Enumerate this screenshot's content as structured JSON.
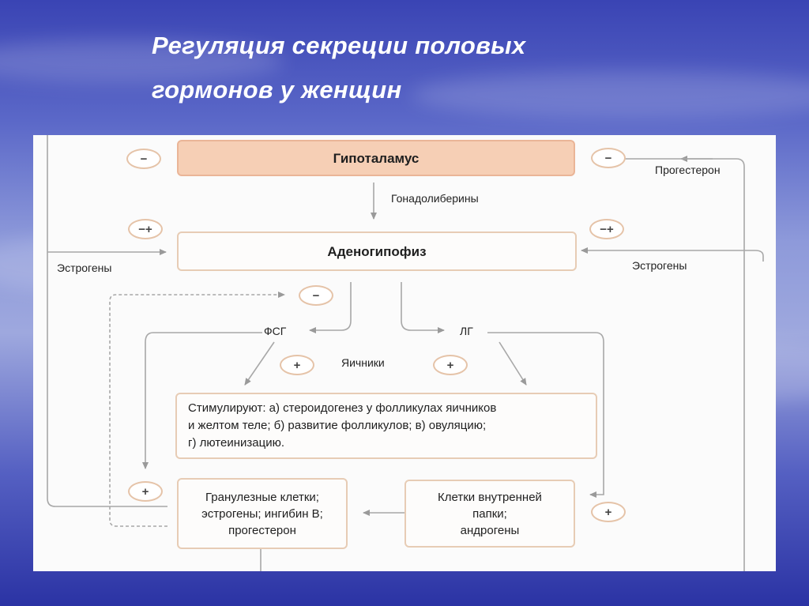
{
  "slide": {
    "title_line1": "Регуляция секреции половых",
    "title_line2": "гормонов у женщин"
  },
  "diagram": {
    "hypothalamus": "Гипоталамус",
    "adenohypophysis": "Аденогипофиз",
    "gonadoliberins": "Гонадолиберины",
    "progesterone": "Прогестерон",
    "estrogens_left": "Эстрогены",
    "estrogens_right": "Эстрогены",
    "fsh": "ФСГ",
    "lh": "ЛГ",
    "ovaries": "Яичники",
    "stimulate_line1": "Стимулируют: а) стероидогенез у фолликулах яичников",
    "stimulate_line2": "и желтом теле; б) развитие фолликулов; в) овуляцию;",
    "stimulate_line3": "г) лютеинизацию.",
    "granulosa_line1": "Гранулезные клетки;",
    "granulosa_line2": "эстрогены; ингибин В;",
    "granulosa_line3": "прогестерон",
    "theca_line1": "Клетки внутренней",
    "theca_line2": "папки;",
    "theca_line3": "андрогены",
    "signs": {
      "hyp_left": "−",
      "hyp_right": "−",
      "aden_left": "−+",
      "aden_right": "−+",
      "fsh_feedback": "−",
      "fsh_stim": "+",
      "lh_stim": "+",
      "granulosa": "+",
      "theca": "+"
    }
  }
}
